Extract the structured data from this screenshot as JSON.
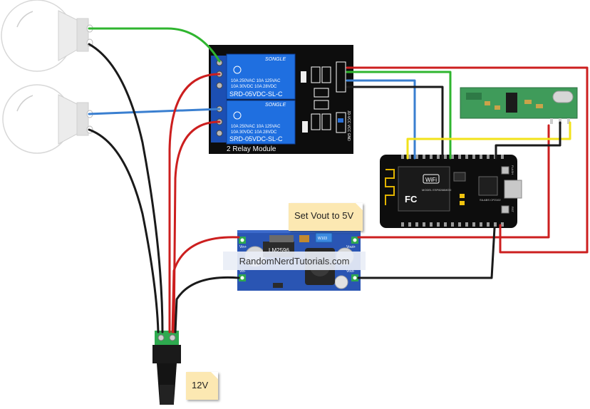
{
  "diagram": {
    "relay_module": {
      "brand_top": "SONGLE",
      "brand_bottom": "SONGLE",
      "rating_line1": "10A  250VAC   10A  125VAC",
      "rating_line2": "10A   30VDC   10A   28VDC",
      "model": "SRD-05VDC-SL-C",
      "caption": "2 Relay Module",
      "jumper_label": "JD-VCC VCC GND"
    },
    "esp_board": {
      "wifi_label": "WiFi",
      "fc_label": "FC",
      "chip_label": "SILABS CP2102",
      "model_text": "MODEL ESP8266MOD",
      "flash_label": "FLASH",
      "rst_label": "RST"
    },
    "buck_converter": {
      "chip_label": "LM2596",
      "pot_label": "W103",
      "vin_plus": "Vin+",
      "vin_minus": "Vin-",
      "vout_plus": "Vout+",
      "vout_minus": "Vout-"
    },
    "watermark": "RandomNerdTutorials.com",
    "notes": {
      "vout": "Set Vout to 5V",
      "supply": "12V"
    },
    "colors": {
      "wire_red": "#cc1f1f",
      "wire_black": "#1a1a1a",
      "wire_green": "#2fb52f",
      "wire_blue": "#3a7fd0",
      "wire_yellow": "#f2e21a",
      "relay_blue": "#1f6fe0",
      "pcb_blue": "#2a55b3",
      "pcb_black": "#0d0d0d",
      "rf_green": "#3f9b5a",
      "note_bg": "#fce8b2"
    }
  }
}
